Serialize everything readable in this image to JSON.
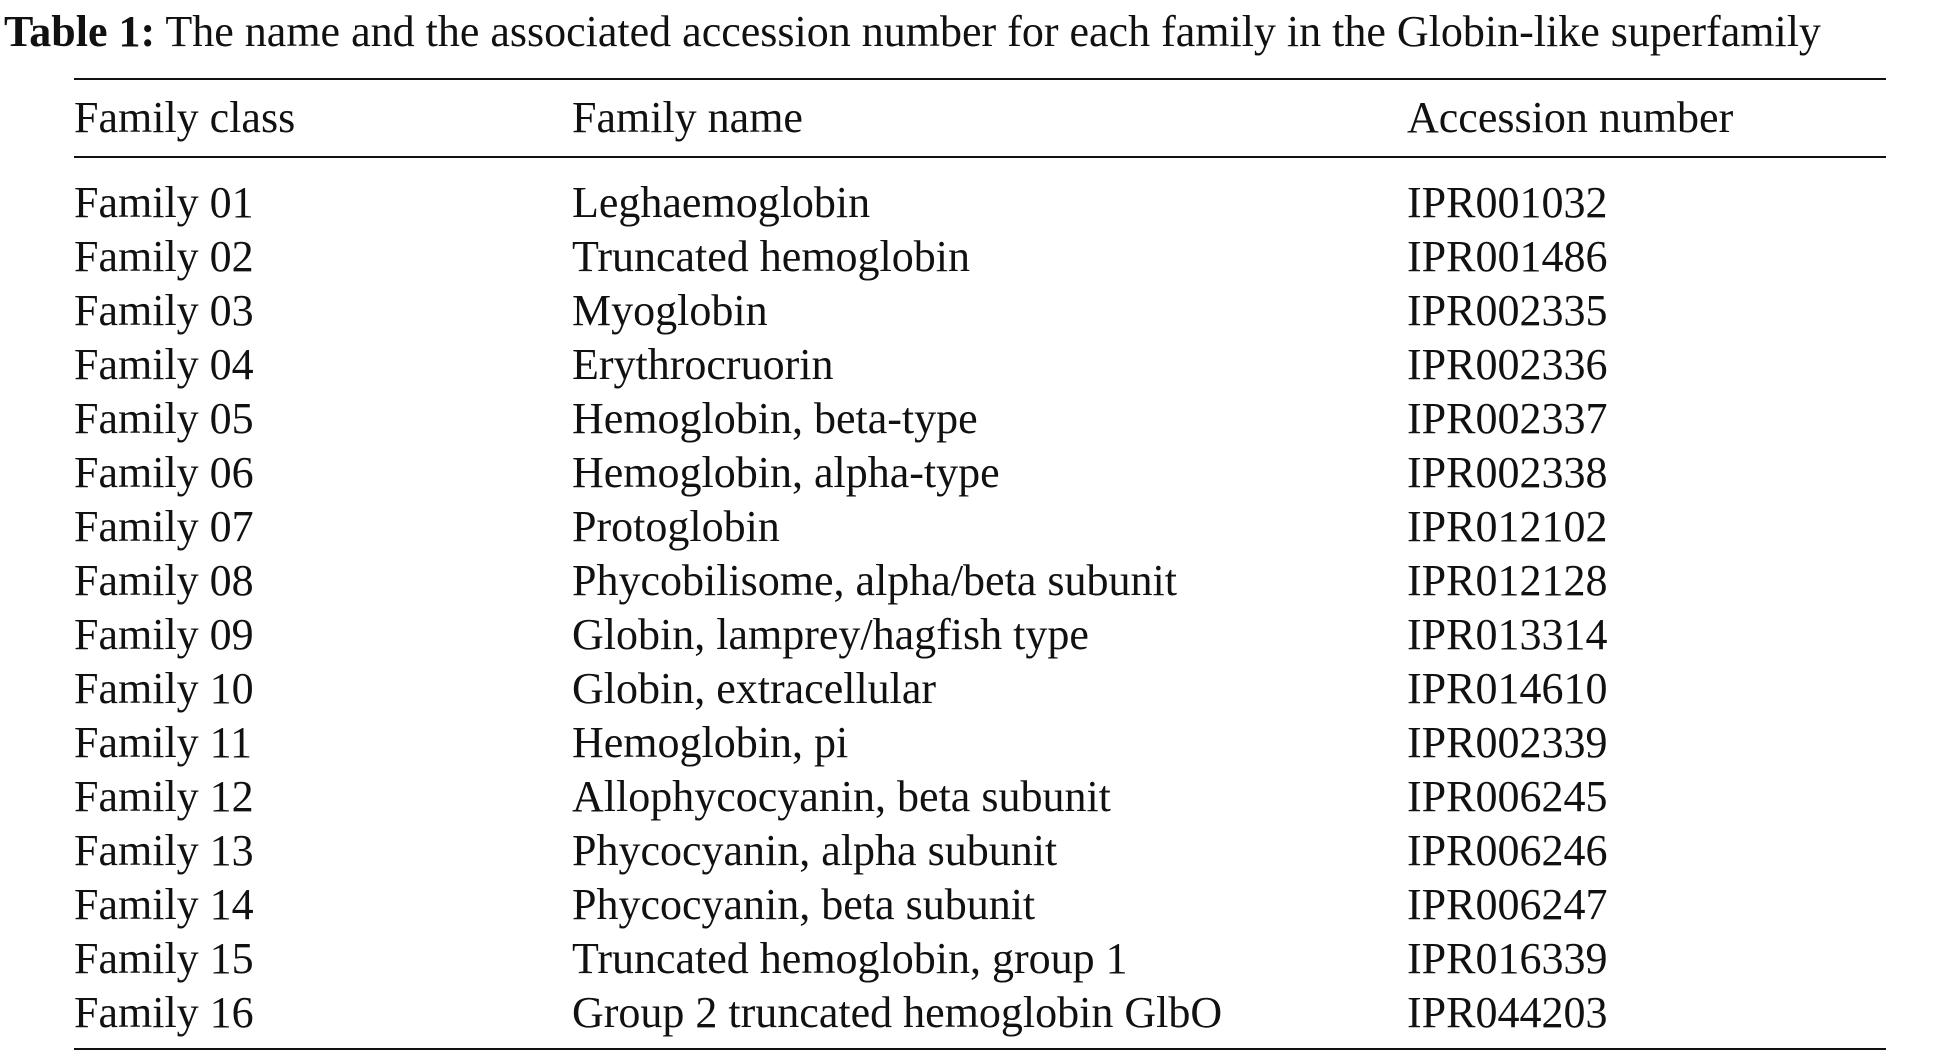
{
  "caption": {
    "label": "Table 1:",
    "text": " The name and the associated accession number for each family in the Globin-like superfamily"
  },
  "table": {
    "headers": [
      "Family class",
      "Family name",
      "Accession number"
    ],
    "rows": [
      [
        "Family 01",
        "Leghaemoglobin",
        "IPR001032"
      ],
      [
        "Family 02",
        "Truncated hemoglobin",
        "IPR001486"
      ],
      [
        "Family 03",
        "Myoglobin",
        "IPR002335"
      ],
      [
        "Family 04",
        "Erythrocruorin",
        "IPR002336"
      ],
      [
        "Family 05",
        "Hemoglobin, beta-type",
        "IPR002337"
      ],
      [
        "Family 06",
        "Hemoglobin, alpha-type",
        "IPR002338"
      ],
      [
        "Family 07",
        "Protoglobin",
        "IPR012102"
      ],
      [
        "Family 08",
        "Phycobilisome, alpha/beta subunit",
        "IPR012128"
      ],
      [
        "Family 09",
        "Globin, lamprey/hagfish type",
        "IPR013314"
      ],
      [
        "Family 10",
        "Globin, extracellular",
        "IPR014610"
      ],
      [
        "Family 11",
        "Hemoglobin, pi",
        "IPR002339"
      ],
      [
        "Family 12",
        "Allophycocyanin, beta subunit",
        "IPR006245"
      ],
      [
        "Family 13",
        "Phycocyanin, alpha subunit",
        "IPR006246"
      ],
      [
        "Family 14",
        "Phycocyanin, beta subunit",
        "IPR006247"
      ],
      [
        "Family 15",
        "Truncated hemoglobin, group 1",
        "IPR016339"
      ],
      [
        "Family 16",
        "Group 2 truncated hemoglobin GlbO",
        "IPR044203"
      ]
    ]
  }
}
